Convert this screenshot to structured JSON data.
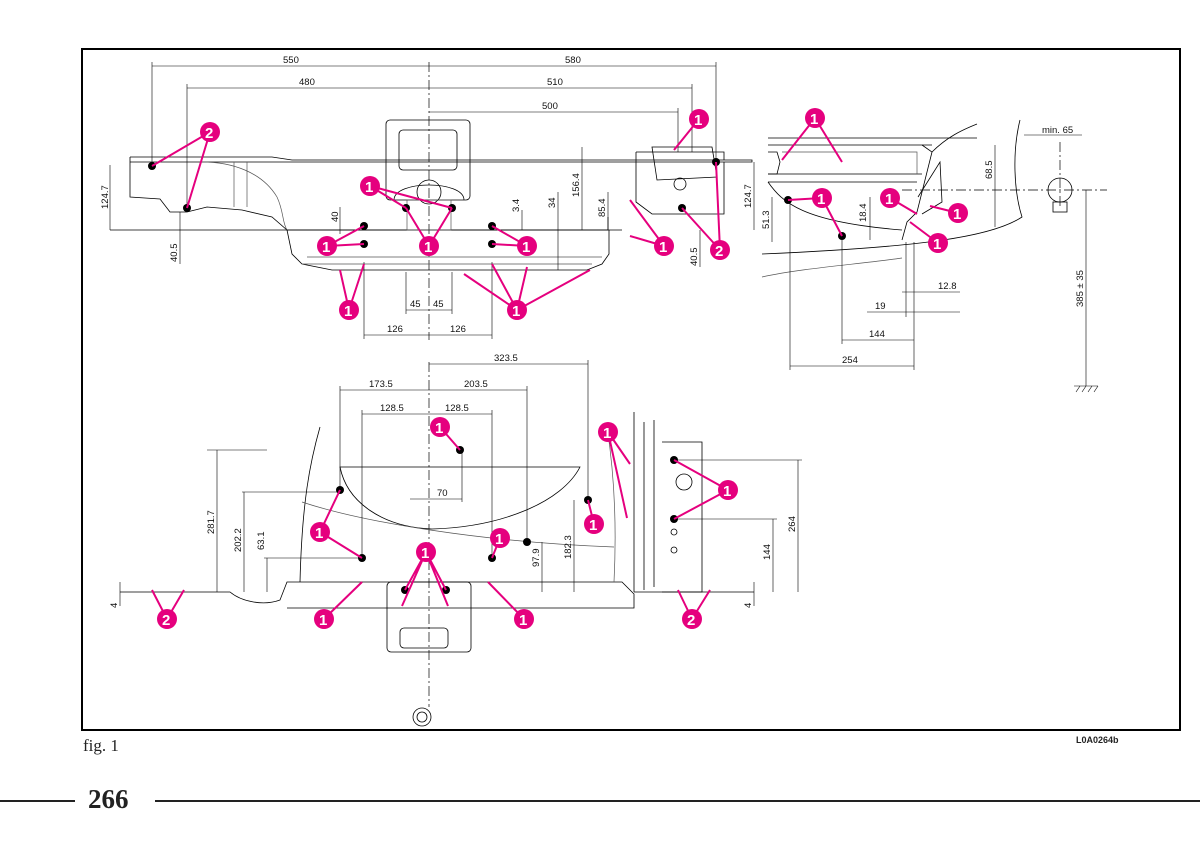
{
  "figure": {
    "caption": "fig. 1",
    "code": "L0A0264b",
    "page_number": "266"
  },
  "colors": {
    "callout": "#e5007e",
    "ink": "#000000"
  },
  "dimensions": {
    "top_view": [
      "550",
      "580",
      "480",
      "510",
      "500",
      "124.7",
      "40.5",
      "40",
      "3.4",
      "34",
      "156.4",
      "85.4",
      "40.5",
      "124.7",
      "45",
      "45",
      "126",
      "126"
    ],
    "side_view": [
      "min. 65",
      "68.5",
      "51.3",
      "18.4",
      "12.8",
      "19",
      "144",
      "254",
      "385 ± 35"
    ],
    "bottom_view": [
      "323.5",
      "173.5",
      "203.5",
      "128.5",
      "128.5",
      "70",
      "281.7",
      "202.2",
      "63.1",
      "97.9",
      "182.3",
      "4",
      "264",
      "144",
      "4"
    ]
  },
  "callouts": {
    "top_view": [
      "2",
      "1",
      "1",
      "1",
      "1",
      "1",
      "1",
      "1",
      "1",
      "2"
    ],
    "side_view": [
      "1",
      "1",
      "1",
      "1",
      "1"
    ],
    "bottom_view": [
      "1",
      "1",
      "1",
      "1",
      "1",
      "1",
      "1",
      "1",
      "2",
      "2"
    ]
  }
}
